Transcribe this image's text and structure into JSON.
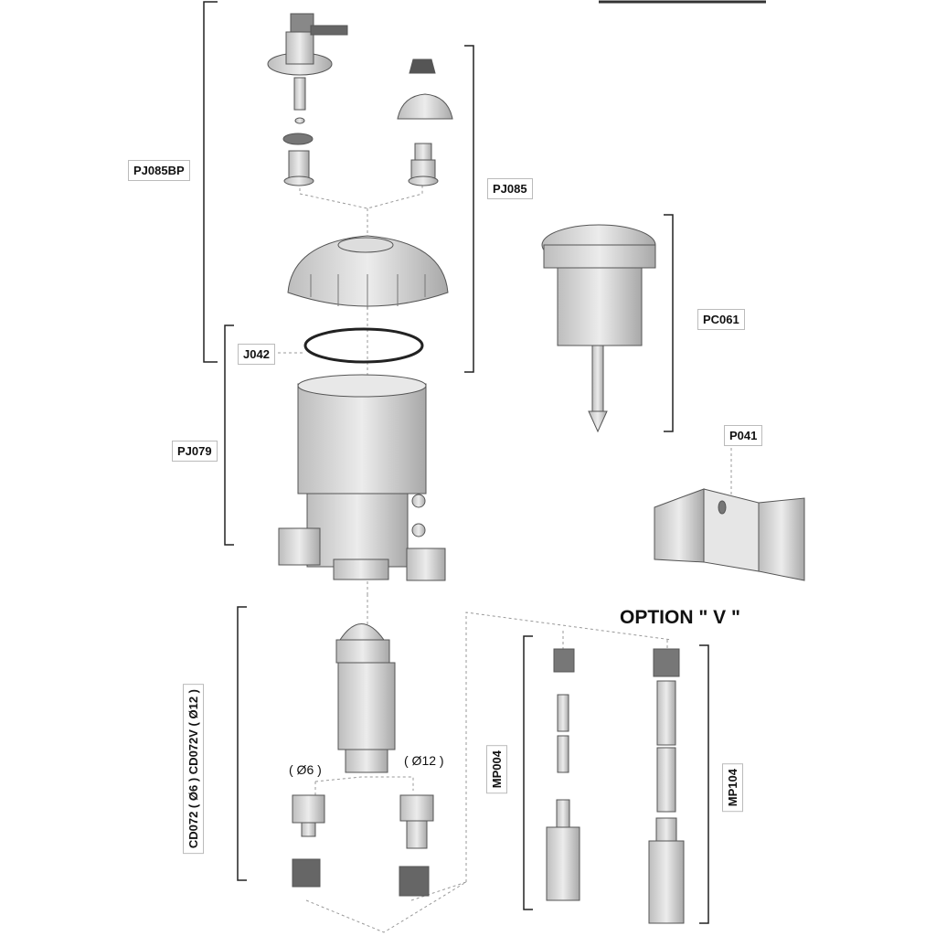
{
  "labels": {
    "pj085bp": "PJ085BP",
    "pj085": "PJ085",
    "pc061": "PC061",
    "j042": "J042",
    "pj079": "PJ079",
    "p041": "P041",
    "cd072": "CD072 ( Ø6 )",
    "cd072v": "CD072V ( Ø12 )",
    "d6": "( Ø6 )",
    "d12": "( Ø12 )",
    "mp004": "MP004",
    "mp104": "MP104",
    "option": "OPTION \" V \""
  },
  "colors": {
    "part_fill": "#d9d9d9",
    "part_stroke": "#555555",
    "bracket": "#222222"
  }
}
